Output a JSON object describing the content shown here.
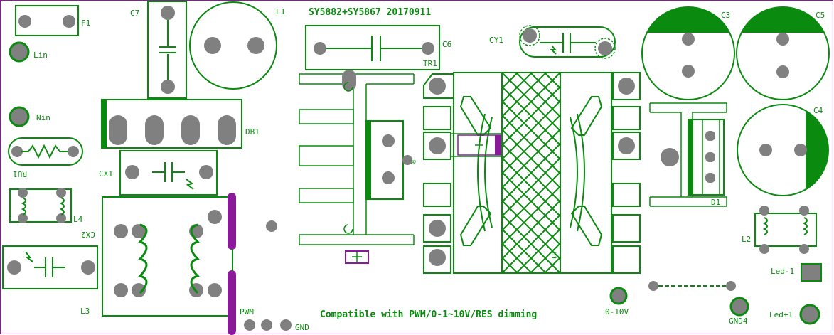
{
  "title": "SY5882+SY5867 20170911",
  "subtitle": "Compatible with PWM/0-1~10V/RES dimming",
  "labels": {
    "F1": "F1",
    "C7": "C7",
    "L1": "L1",
    "C6": "C6",
    "TR1": "TR1",
    "CY1": "CY1",
    "C3": "C3",
    "C5": "C5",
    "C4": "C4",
    "Lin": "Lin",
    "Nin": "Nin",
    "DB1": "DB1",
    "RU1": "RU1",
    "CX1": "CX1",
    "L4": "L4",
    "CX2": "CX2",
    "L3": "L3",
    "PWM": "PWM",
    "GND": "GND",
    "D1": "D1",
    "L2": "L2",
    "Led-1": "Led-1",
    "Led+1": "Led+1",
    "GND4": "GND4",
    "dim": "0-10V",
    "U1": "U1",
    "R": "R"
  },
  "colors": {
    "silkscreen": "#0b8a10",
    "pad": "#808080",
    "outline": "#7a1aa0",
    "copper_purple": "#8b1a9a"
  }
}
